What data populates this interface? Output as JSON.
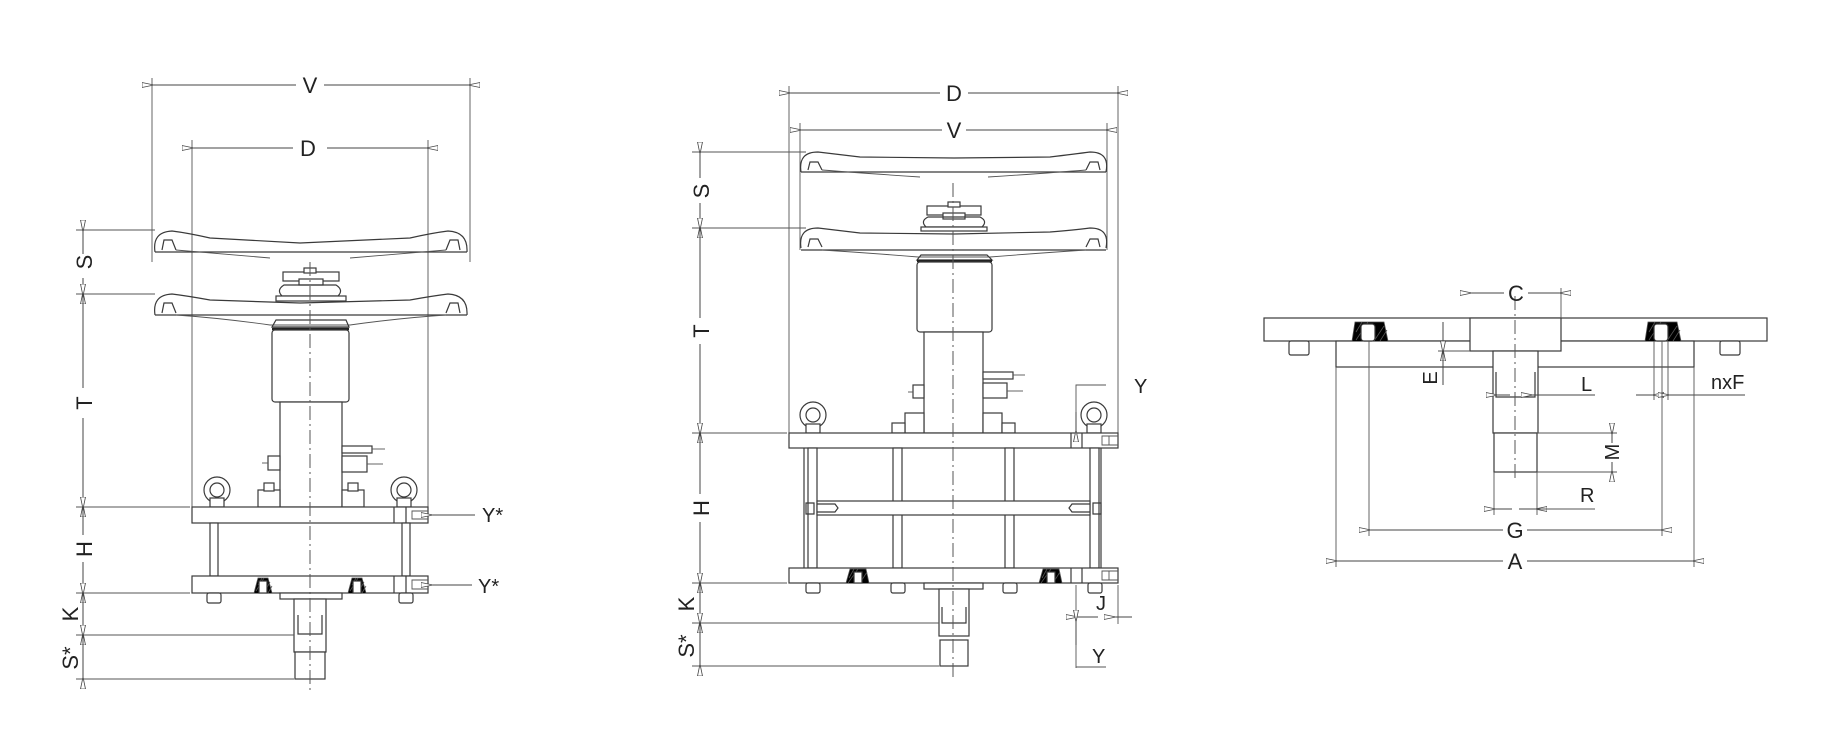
{
  "drawing": {
    "type": "technical engineering drawing",
    "views": [
      {
        "id": "left-view",
        "description": "Handwheel actuator with stroke, single spacer frame",
        "labels": {
          "overall_width": "V",
          "wheel_diameter": "D",
          "stroke": "S",
          "height_T": "T",
          "height_H": "H",
          "height_K": "K",
          "shaft_stroke": "S*",
          "lug_top": "Y*",
          "lug_bottom": "Y*"
        }
      },
      {
        "id": "middle-view",
        "description": "Handwheel actuator with extended column frame",
        "labels": {
          "overall_width": "D",
          "wheel_diameter": "V",
          "stroke": "S",
          "height_T": "T",
          "height_H": "H",
          "height_K": "K",
          "shaft_stroke": "S*",
          "lug_offset_top": "Y",
          "lug_offset_bottom": "Y",
          "lug_thickness": "J"
        }
      },
      {
        "id": "right-view",
        "description": "Mounting flange and drive shaft detail",
        "labels": {
          "hub_diameter": "C",
          "spigot_depth": "E",
          "keyway": "L",
          "bolt_holes": "nxF",
          "square_length": "M",
          "square_width": "R",
          "bolt_circle": "G",
          "flange_diameter": "A"
        }
      }
    ]
  }
}
